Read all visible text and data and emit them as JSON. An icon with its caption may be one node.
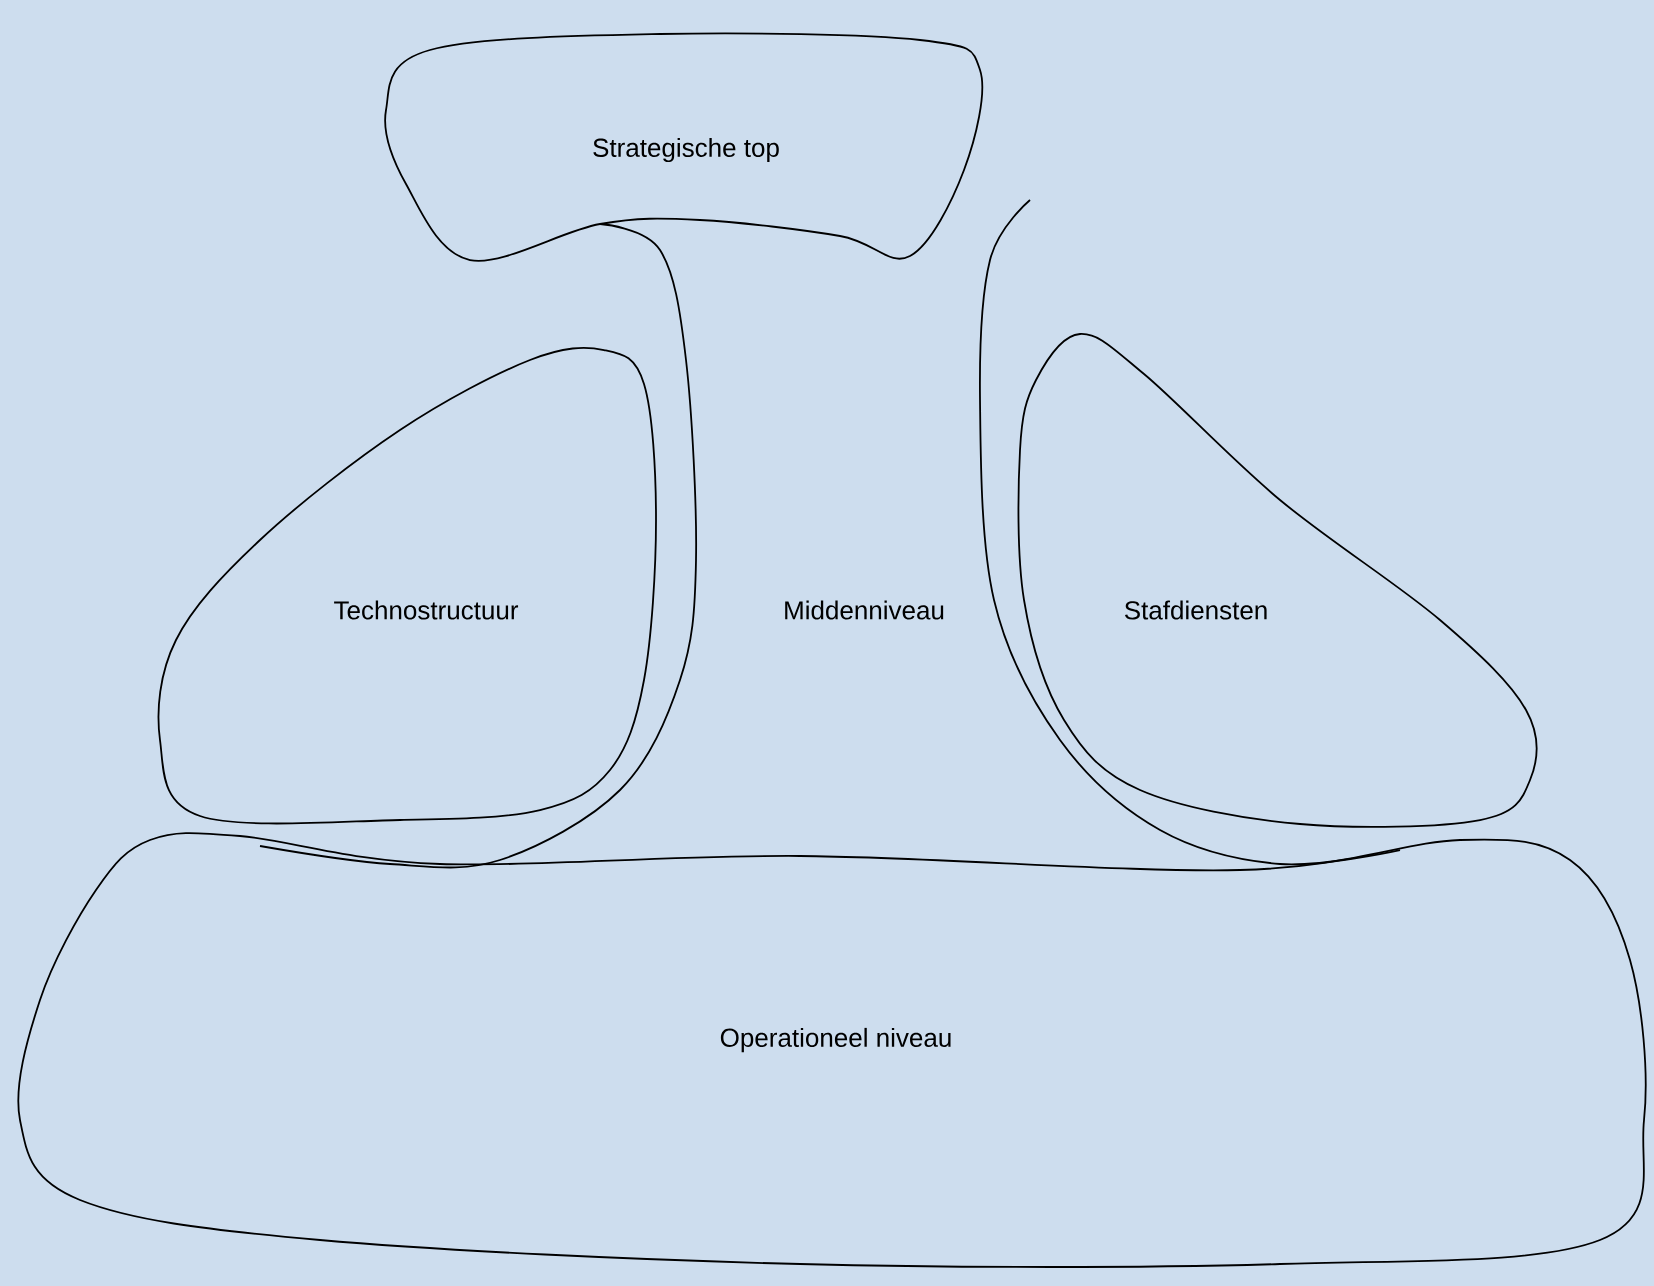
{
  "diagram": {
    "nodes": [
      {
        "text": [
          "Strategische top"
        ]
      },
      {
        "text": [
          "Middenniveau"
        ]
      },
      {
        "text": [
          "Technostructuur"
        ]
      },
      {
        "text": [
          "Stafdiensten"
        ]
      },
      {
        "text": [
          "Operationeel niveau"
        ]
      }
    ]
  }
}
